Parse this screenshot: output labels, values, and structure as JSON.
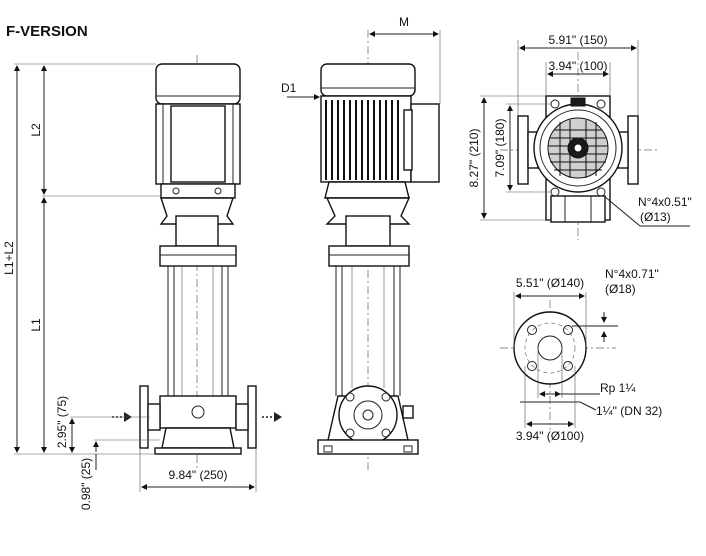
{
  "title": "F-VERSION",
  "front_view": {
    "label_l2": "L2",
    "label_l1l2": "L1+L2",
    "label_l1": "L1",
    "label_height_inlet": "2.95\" (75)",
    "label_height_base": "0.98\" (25)",
    "label_width": "9.84\" (250)"
  },
  "side_view": {
    "label_m": "M",
    "label_d1": "D1"
  },
  "top_view": {
    "label_outer_width": "5.91\" (150)",
    "label_inner_width": "3.94\" (100)",
    "label_outer_depth": "8.27\" (210)",
    "label_inner_depth": "7.09\" (180)",
    "label_holes": "N°4x0.51\"",
    "label_holes_mm": "(Ø13)"
  },
  "flange_view": {
    "label_diameter": "5.51\" (Ø140)",
    "label_holes": "N°4x0.71\"",
    "label_holes_mm": "(Ø18)",
    "label_thread": "Rp 1¼",
    "label_nominal": "1¼\" (DN 32)",
    "label_bolt_circle": "3.94\" (Ø100)"
  }
}
